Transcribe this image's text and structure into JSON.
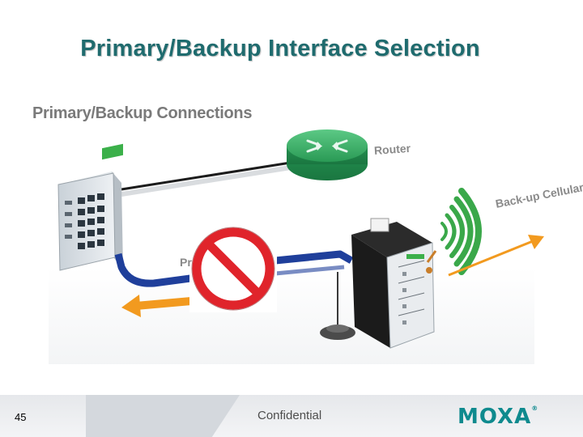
{
  "slide": {
    "title": "Primary/Backup Interface Selection",
    "page_number": "45",
    "footer_text": "Confidential",
    "logo_text": "MOXA"
  },
  "diagram": {
    "heading": "Primary/Backup Connections",
    "router_label": "Router",
    "cellular_label": "Back-up Cellular",
    "primary_label_fragment": "Pr"
  },
  "colors": {
    "title": "#1f6b6e",
    "logo": "#0f8a8e",
    "router": "#2fa35c",
    "primary_link": "#1f3f9b",
    "backup_link": "#f29a1f",
    "signal": "#3aa84a",
    "no_sign": "#e0242b"
  },
  "icons": {
    "switch": "ethernet-switch-icon",
    "router": "router-icon",
    "gateway": "cellular-gateway-icon",
    "antenna": "antenna-icon",
    "no_sign": "prohibited-icon",
    "signal": "wireless-signal-icon"
  }
}
